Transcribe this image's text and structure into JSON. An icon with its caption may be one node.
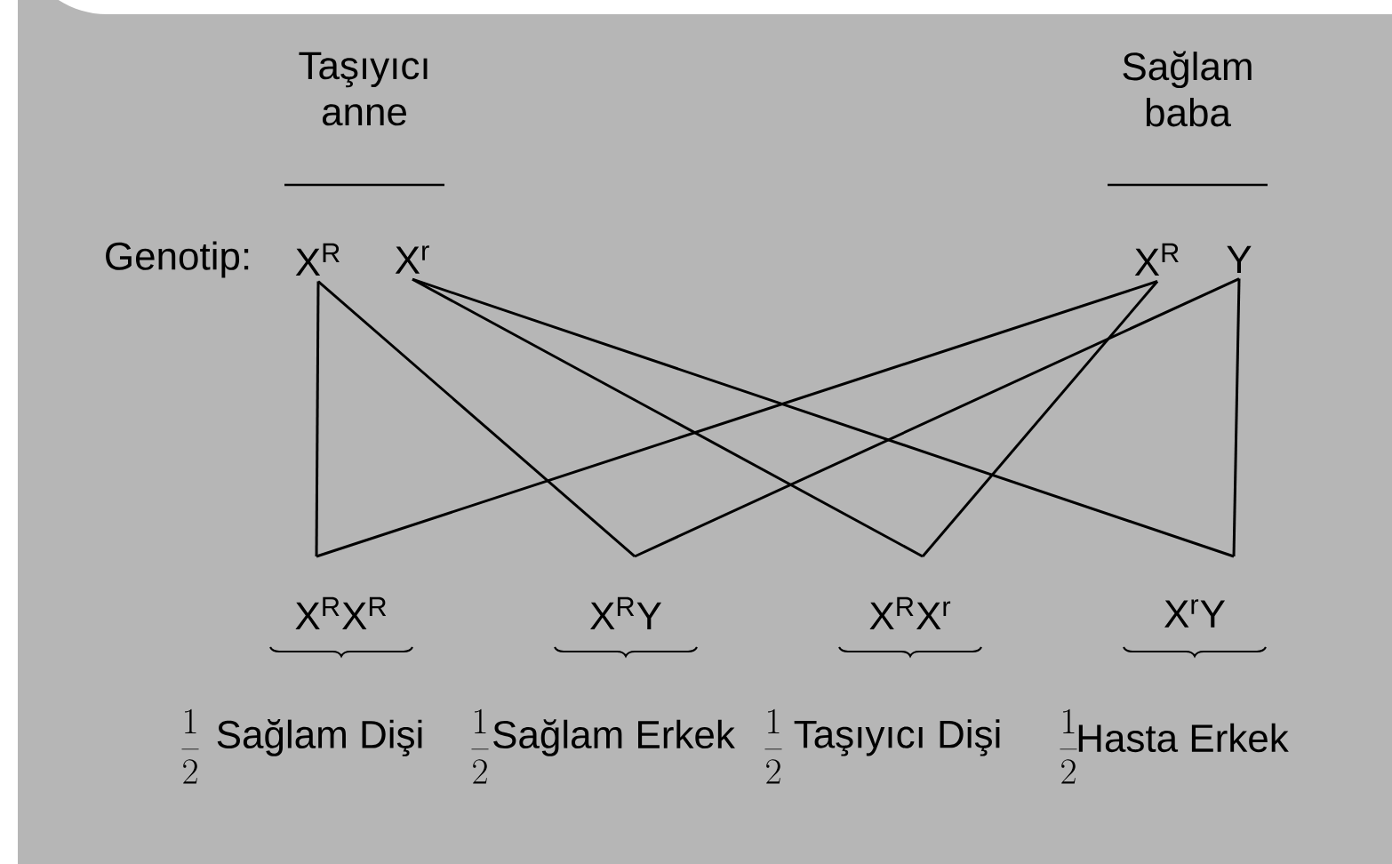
{
  "diagram": {
    "nodes": [
      {
        "text": [
          "X$^{R}$"
        ]
      },
      {
        "text": [
          "X$^{r}$"
        ]
      },
      {
        "text": [
          "X$^{R}$"
        ]
      },
      {
        "text": [
          "Y"
        ]
      },
      {
        "text": [
          "X$^{R}$X$^{R}$",
          "Sağlam Dişi"
        ],
        "beside": [
          "\\frac{1}{2}"
        ]
      },
      {
        "text": [
          "X$^{R}$Y",
          "Sağlam Erkek"
        ],
        "beside": [
          "\\frac{1}{2}"
        ]
      },
      {
        "text": [
          "X$^{R}$X$^{r}$",
          "Taşıyıcı Dişi"
        ],
        "beside": [
          "\\frac{1}{2}"
        ]
      },
      {
        "text": [
          "X$^{r}$Y",
          "Hasta Erkek"
        ],
        "beside": [
          "\\frac{1}{2}"
        ]
      }
    ],
    "edges": [
      {
        "from": 0,
        "to": 4,
        "arrow": "none"
      },
      {
        "from": 0,
        "to": 5,
        "arrow": "none"
      },
      {
        "from": 1,
        "to": 6,
        "arrow": "none"
      },
      {
        "from": 1,
        "to": 7,
        "arrow": "none"
      },
      {
        "from": 2,
        "to": 4,
        "arrow": "none"
      },
      {
        "from": 2,
        "to": 6,
        "arrow": "none"
      },
      {
        "from": 3,
        "to": 5,
        "arrow": "none"
      },
      {
        "from": 3,
        "to": 7,
        "arrow": "none"
      }
    ],
    "labels": [
      "Taşıyıcı anne",
      "Sağlam baba",
      "Genotip:"
    ]
  }
}
